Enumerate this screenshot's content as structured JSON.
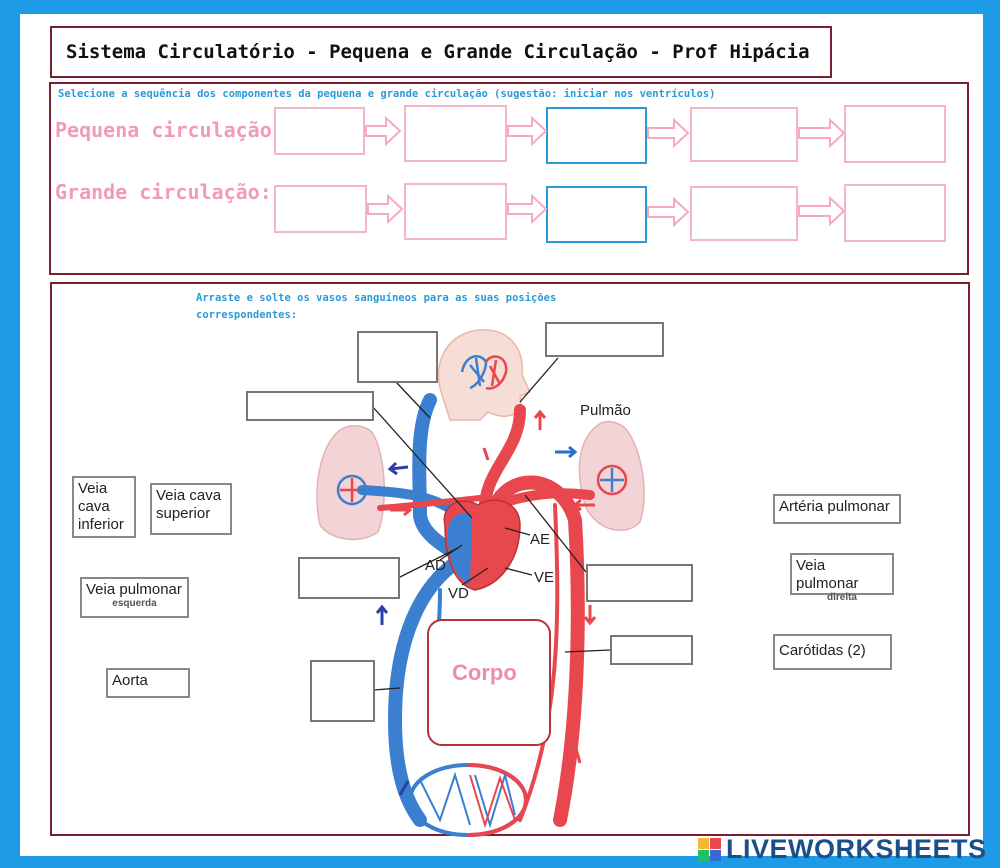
{
  "title": "Sistema Circulatório - Pequena e Grande Circulação - Prof Hipácia",
  "top_panel": {
    "instruction": "Selecione a sequência dos componentes da pequena e grande circulação (sugestão: iniciar nos ventrículos)",
    "rows": [
      {
        "label": "Pequena circulação:"
      },
      {
        "label": "Grande circulação:"
      }
    ]
  },
  "bottom_panel": {
    "instruction_line1": "Arraste e solte os vasos sanguíneos para as suas posições",
    "instruction_line2": "correspondentes:"
  },
  "diagram": {
    "pulmao": "Pulmão",
    "ad": "AD",
    "ae": "AE",
    "vd": "VD",
    "ve": "VE",
    "corpo": "Corpo"
  },
  "draggables": {
    "veia_cava_inferior": "Veia cava inferior",
    "veia_cava_superior": "Veia cava superior",
    "veia_pulmonar_esquerda": "Veia pulmonar",
    "veia_pulmonar_esquerda_sub": "esquerda",
    "aorta": "Aorta",
    "arteria_pulmonar": "Artéria pulmonar",
    "veia_pulmonar_direita": "Veia pulmonar",
    "veia_pulmonar_direita_sub": "direita",
    "carotidas": "Carótidas (2)"
  },
  "footer": {
    "logo_icon": "liveworksheets-logo",
    "text": "LIVEWORKSHEETS"
  },
  "colors": {
    "border": "#7a1f30",
    "background": "#1d9be6",
    "pink": "#f29ab8",
    "blue_text": "#2a9ad8",
    "artery": "#e8474e",
    "vein": "#3b7fd1"
  }
}
